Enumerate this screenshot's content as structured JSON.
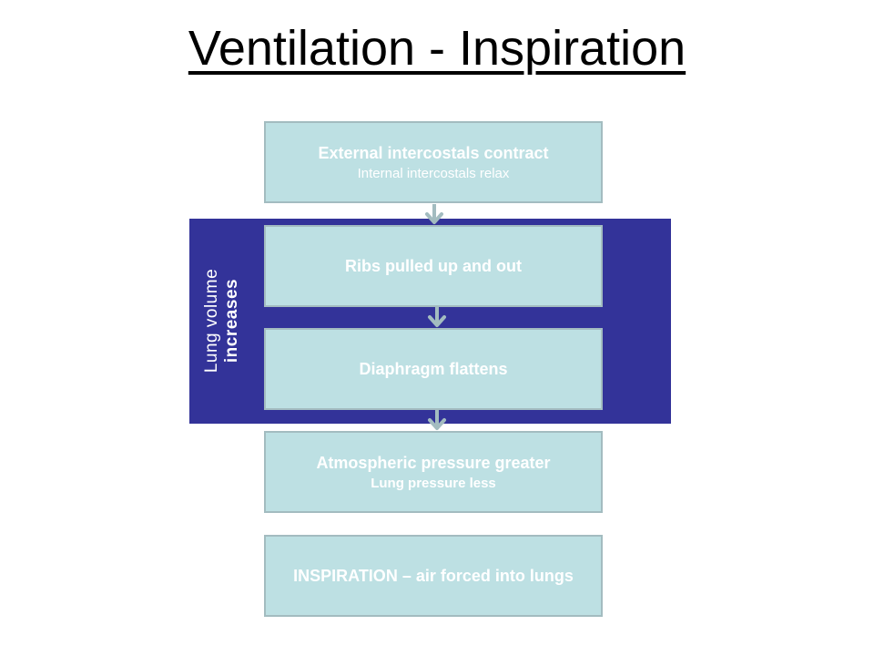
{
  "title": "Ventilation - Inspiration",
  "band": {
    "label_line1": "Lung volume",
    "label_line2": "increases",
    "color": "#333399"
  },
  "box_color": "#bde0e3",
  "steps": [
    {
      "main": "External intercostals contract",
      "sub": "Internal intercostals relax"
    },
    {
      "main": "Ribs pulled up and out"
    },
    {
      "main": "Diaphragm flattens"
    },
    {
      "main": "Atmospheric pressure greater",
      "sub": "Lung pressure less"
    },
    {
      "main": "INSPIRATION – air forced into lungs"
    }
  ]
}
